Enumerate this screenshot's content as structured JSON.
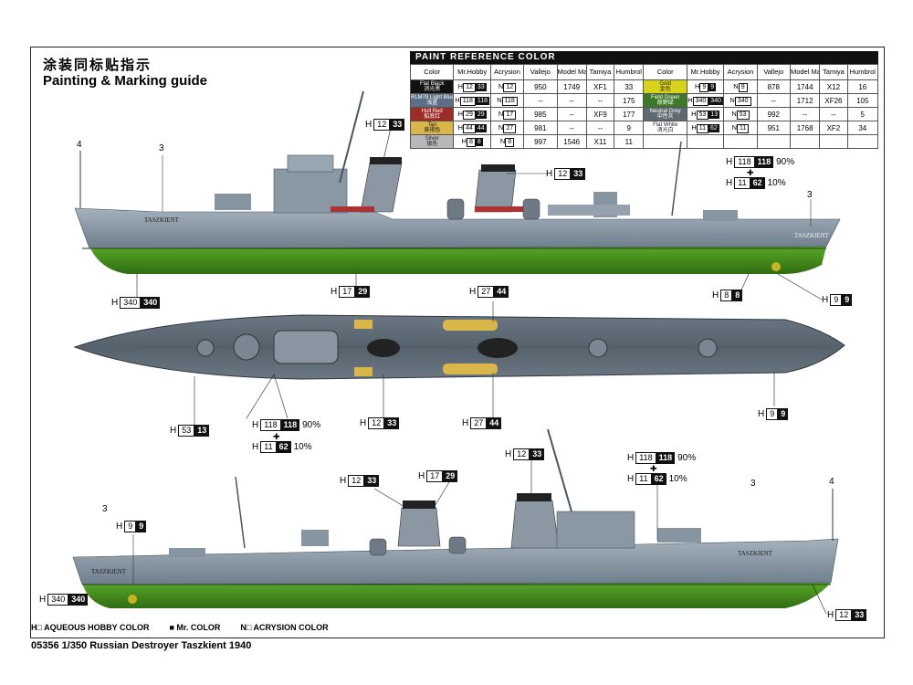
{
  "title": {
    "cn": "涂装同标贴指示",
    "en": "Painting & Marking guide"
  },
  "paint_table": {
    "title": "PAINT  REFERENCE COLOR",
    "headers": [
      "Color",
      "Mr.Hobby",
      "Acrysion",
      "Vallejo",
      "Model Master",
      "Tamiya",
      "Humbrol"
    ],
    "left": [
      {
        "name": "Flat Black",
        "cn": "消光黑",
        "swatch": "#111111",
        "h": "12",
        "hb": "33",
        "n": "12",
        "vallejo": "950",
        "mm": "1749",
        "tamiya": "XF1",
        "humbrol": "33"
      },
      {
        "name": "RLM78 Light Blue",
        "cn": "浅蓝",
        "swatch": "#5b6f86",
        "h": "118",
        "hb": "118",
        "n": "118",
        "vallejo": "--",
        "mm": "--",
        "tamiya": "--",
        "humbrol": "175"
      },
      {
        "name": "Hull Red",
        "cn": "船底红",
        "swatch": "#9c2c25",
        "h": "29",
        "hb": "29",
        "n": "17",
        "vallejo": "985",
        "mm": "--",
        "tamiya": "XF9",
        "humbrol": "177"
      },
      {
        "name": "Tan",
        "cn": "黄褐色",
        "swatch": "#d8b64a",
        "h": "44",
        "hb": "44",
        "n": "27",
        "vallejo": "981",
        "mm": "--",
        "tamiya": "--",
        "humbrol": "9"
      },
      {
        "name": "Silver",
        "cn": "银色",
        "swatch": "#b8b8b8",
        "h": "8",
        "hb": "8",
        "n": "8",
        "vallejo": "997",
        "mm": "1546",
        "tamiya": "X11",
        "humbrol": "11"
      }
    ],
    "right": [
      {
        "name": "Gold",
        "cn": "金色",
        "swatch": "#d9d21a",
        "h": "9",
        "hb": "9",
        "n": "9",
        "vallejo": "878",
        "mm": "1744",
        "tamiya": "X12",
        "humbrol": "16"
      },
      {
        "name": "Field Green",
        "cn": "原野绿",
        "swatch": "#3c7a28",
        "h": "340",
        "hb": "340",
        "n": "340",
        "vallejo": "--",
        "mm": "1712",
        "tamiya": "XF26",
        "humbrol": "105"
      },
      {
        "name": "Neutral Grey",
        "cn": "中性灰",
        "swatch": "#5f6972",
        "h": "53",
        "hb": "13",
        "n": "53",
        "vallejo": "992",
        "mm": "--",
        "tamiya": "--",
        "humbrol": "5"
      },
      {
        "name": "Flat White",
        "cn": "消光白",
        "swatch": "#ffffff",
        "h": "11",
        "hb": "62",
        "n": "11",
        "vallejo": "951",
        "mm": "1768",
        "tamiya": "XF2",
        "humbrol": "34"
      }
    ]
  },
  "callouts": {
    "h12_33": {
      "w": "12",
      "b": "33"
    },
    "h17_29": {
      "w": "17",
      "b": "29"
    },
    "h27_44": {
      "w": "27",
      "b": "44"
    },
    "h340": {
      "w": "340",
      "b": "340"
    },
    "h8_8": {
      "w": "8",
      "b": "8"
    },
    "h9_9": {
      "w": "9",
      "b": "9"
    },
    "h53_13": {
      "w": "53",
      "b": "13"
    },
    "h118": {
      "w": "118",
      "b": "118",
      "pct": "90%"
    },
    "h11_62": {
      "w": "11",
      "b": "62",
      "pct": "10%"
    },
    "h_prefix": "H"
  },
  "numbers": {
    "n3": "3",
    "n4": "4"
  },
  "ship_name": "TASZKIENT",
  "legend": {
    "h": "H□ AQUEOUS HOBBY COLOR",
    "m": "■  Mr. COLOR",
    "n": "N□  ACRYSION COLOR"
  },
  "footer": "05356   1/350   Russian Destroyer Taszkient 1940",
  "colors": {
    "hull_grey": "#7f8f9c",
    "deck": "#56626c",
    "below_water": "#3f8a1c",
    "black": "#111111"
  }
}
